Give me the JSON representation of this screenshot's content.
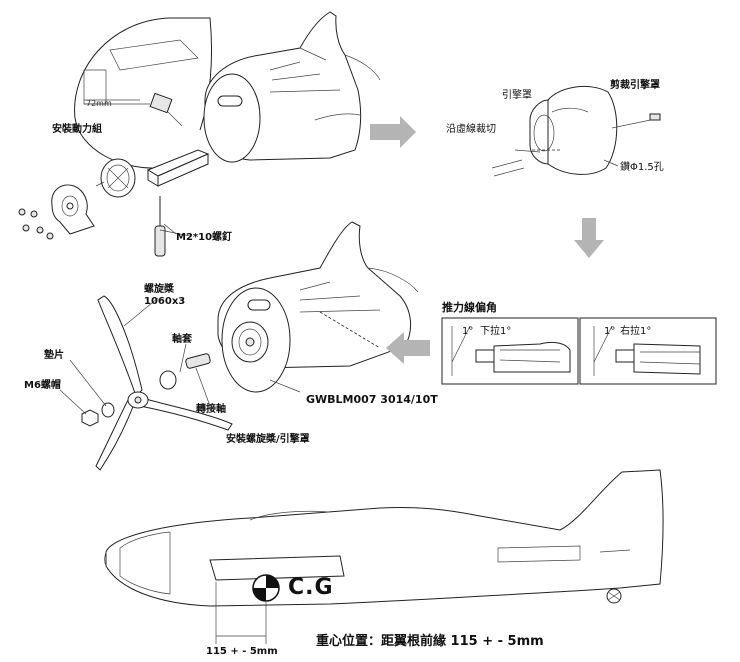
{
  "labels": {
    "install_power_unit": "安裝動力組",
    "dim_72mm": "72mm",
    "screw_m2x10": "M2*10螺釘",
    "cowl": "引擎罩",
    "trim_cowl": "剪裁引擎罩",
    "cut_along_dashed": "沿虛線裁切",
    "drill_hole": "鑽Φ1.5孔",
    "propeller": "螺旋槳",
    "prop_size": "1060x3",
    "washer": "墊片",
    "m6_nut": "M6螺帽",
    "shaft_sleeve": "軸套",
    "adapter_shaft": "轉接軸",
    "motor_model": "GWBLM007 3014/10T",
    "install_prop_cowl": "安裝螺旋槳/引擎罩",
    "thrust_angle": "推力線偏角",
    "angle_1a": "1°",
    "down_thrust": "下拉1°",
    "angle_1b": "1°",
    "right_thrust": "右拉1°",
    "cg_mark": "C.G",
    "cg_distance": "115 + - 5mm",
    "cg_position": "重心位置：距翼根前緣 115 + - 5mm"
  },
  "icons": {
    "cg_symbol": "cg-target-icon",
    "flow_arrow": "gray-block-arrow-icon"
  },
  "colors": {
    "line": "#222222",
    "arrow": "#b4b4b4",
    "shade": "#e6e6e6"
  }
}
